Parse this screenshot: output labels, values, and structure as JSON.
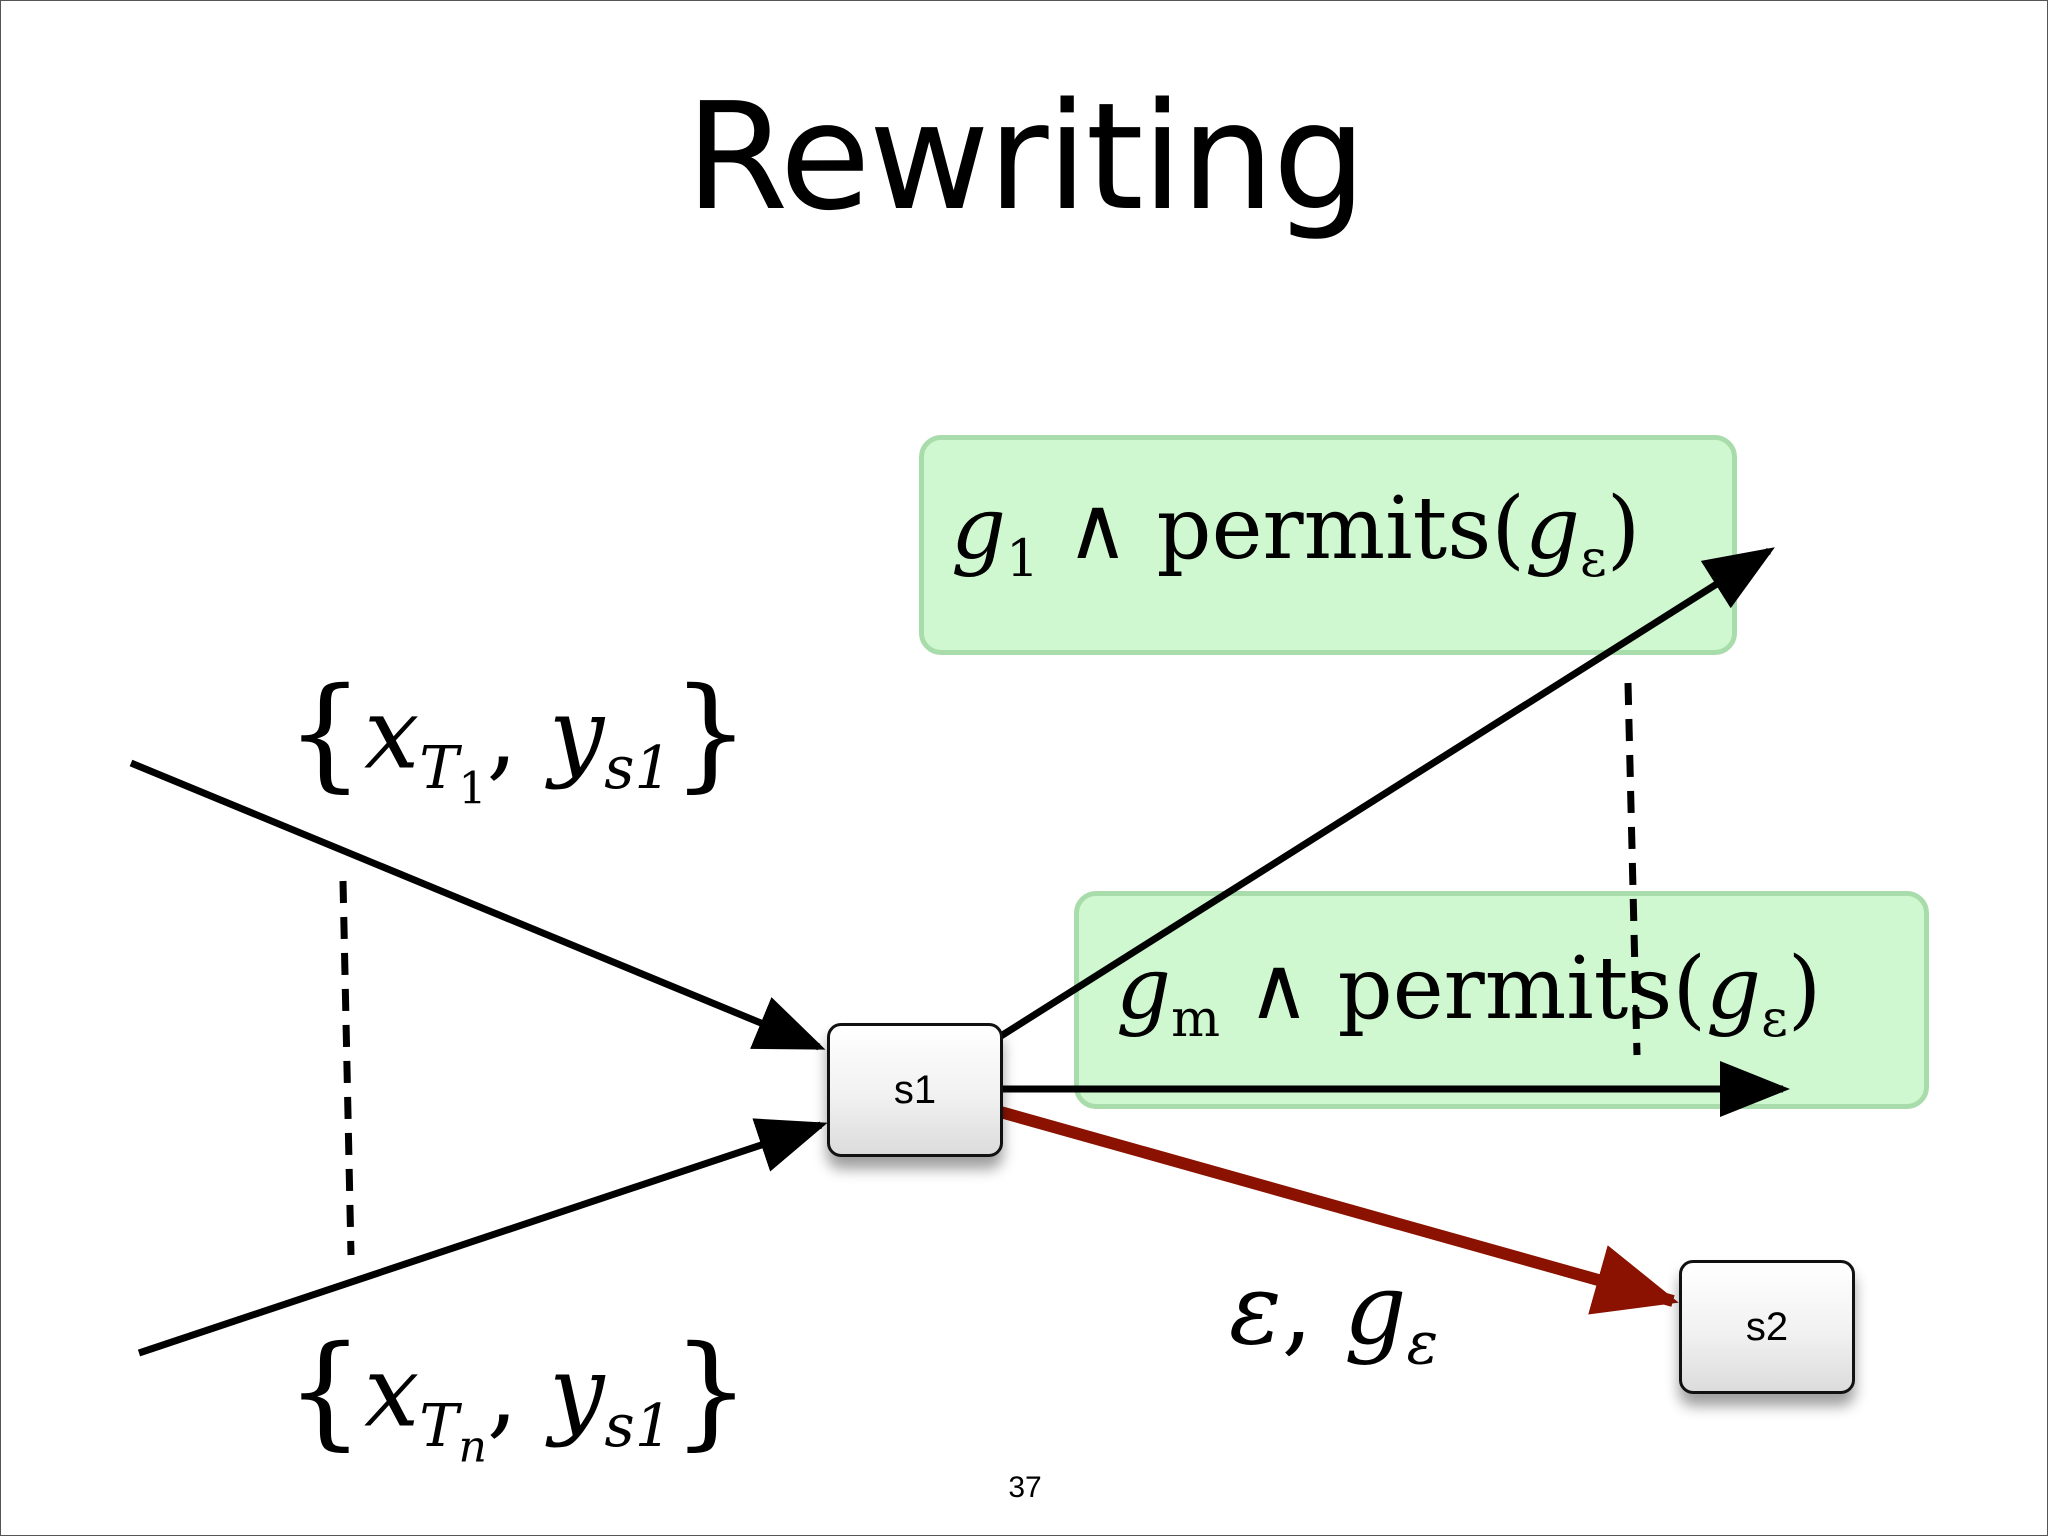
{
  "slide": {
    "title": "Rewriting",
    "page_number": "37"
  },
  "states": {
    "s1": "s1",
    "s2": "s2"
  },
  "guards": {
    "g1": {
      "var": "g",
      "sub": "1",
      "op": "∧",
      "fn": "permits(",
      "arg": "g",
      "arg_sub": "ε",
      "close": ")"
    },
    "gm": {
      "var": "g",
      "sub": "m",
      "op": "∧",
      "fn": "permits(",
      "arg": "g",
      "arg_sub": "ε",
      "close": ")"
    }
  },
  "incoming_labels": {
    "top": {
      "open": "{",
      "x": "x",
      "x_sub": "T",
      "x_sub_sub": "1",
      "sep": ",",
      "y": "y",
      "y_sub": "s1",
      "close": "}"
    },
    "bottom": {
      "open": "{",
      "x": "x",
      "x_sub": "T",
      "x_sub_sub": "n",
      "sep": ",",
      "y": "y",
      "y_sub": "s1",
      "close": "}"
    }
  },
  "epsilon_label": {
    "event": "ε",
    "sep": ",",
    "guard": "g",
    "guard_sub": "ε"
  },
  "colors": {
    "guard_fill": "#cff8d0",
    "guard_border": "#a9dcab",
    "epsilon_edge": "#8b1200",
    "edge": "#000000"
  }
}
